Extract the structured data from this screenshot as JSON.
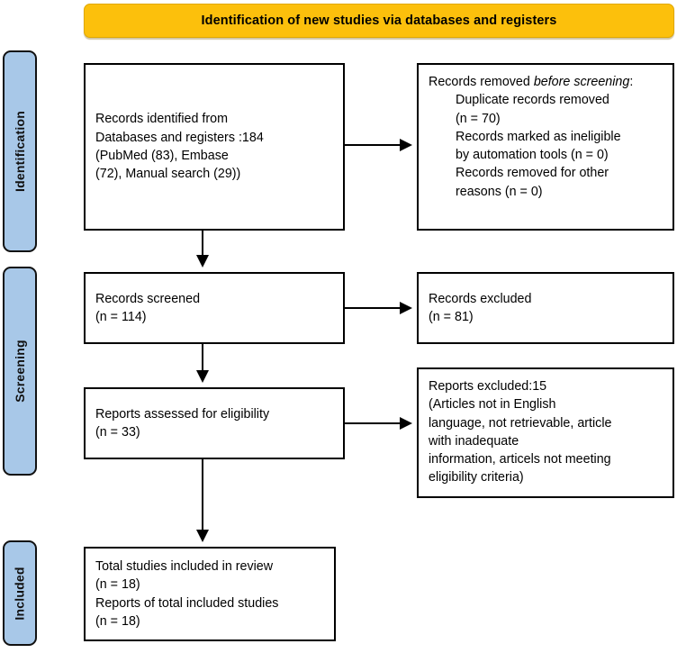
{
  "banner": {
    "title": "Identification of new studies via databases and registers",
    "color": "#FCC00C"
  },
  "stages": [
    {
      "id": "identification",
      "label": "Identification",
      "color": "#A8C8E8"
    },
    {
      "id": "screening",
      "label": "Screening",
      "color": "#A8C8E8"
    },
    {
      "id": "included",
      "label": "Included",
      "color": "#A8C8E8"
    }
  ],
  "boxes": {
    "identified": {
      "text": "Records identified from\nDatabases and registers :184\n(PubMed (83), Embase\n(72), Manual search (29))"
    },
    "removed": {
      "line1_pre": "Records removed ",
      "line1_italic": "before screening",
      "line1_post": ":",
      "items": "Duplicate records removed\n(n = 70)\nRecords marked as ineligible\nby automation tools (n = 0)\nRecords removed for other\nreasons (n = 0)"
    },
    "screened": {
      "text": "Records screened\n(n = 114)"
    },
    "records_excluded": {
      "text": "Records excluded\n(n = 81)"
    },
    "eligibility": {
      "text": "Reports assessed for eligibility\n(n = 33)"
    },
    "reports_excluded": {
      "text": "Reports excluded:15\n(Articles not in English\nlanguage, not retrievable, article\nwith inadequate\ninformation, articels not meeting\neligibility criteria)"
    },
    "included": {
      "text": "Total studies included in review\n(n = 18)\nReports of total included studies\n(n = 18)"
    }
  }
}
